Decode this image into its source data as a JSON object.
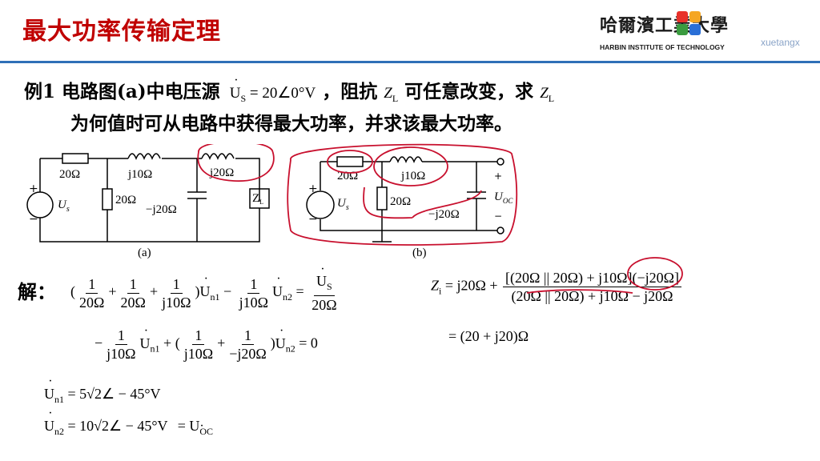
{
  "header": {
    "title": "最大功率传输定理",
    "logo_cn": "哈爾濱工業大學",
    "logo_en": "HARBIN INSTITUTE OF TECHNOLOGY",
    "watermark": "xuetangx"
  },
  "problem": {
    "prefix": "例1 电路图(a)中电压源",
    "us_value": "= 20∠0°V",
    "mid": "，阻抗",
    "zl": "Z",
    "mid2": "可任意改变，求",
    "line2": "为何值时可从电路中获得最大功率，并求该最大功率。"
  },
  "circuit_a": {
    "r1": "20Ω",
    "l1": "j10Ω",
    "l2": "j20Ω",
    "r2": "20Ω",
    "c": "−j20Ω",
    "load": "Z",
    "source": "U",
    "caption": "(a)"
  },
  "circuit_b": {
    "r1": "20Ω",
    "l1": "j10Ω",
    "r2": "20Ω",
    "c": "−j20Ω",
    "source": "U",
    "uoc": "U",
    "caption": "(b)"
  },
  "solution": {
    "label": "解：",
    "eq1_tail": "= ",
    "eq3": "= 5√2∠ − 45°V",
    "eq4": "= 10√2∠ − 45°V",
    "eq4_tail": "= U",
    "zi_lhs": "Z",
    "zi_num": "[(20Ω || 20Ω) + j10Ω](−j20Ω]",
    "zi_den": "(20Ω || 20Ω) + j10Ω − j20Ω",
    "zi_result": "= (20 + j20)Ω"
  }
}
